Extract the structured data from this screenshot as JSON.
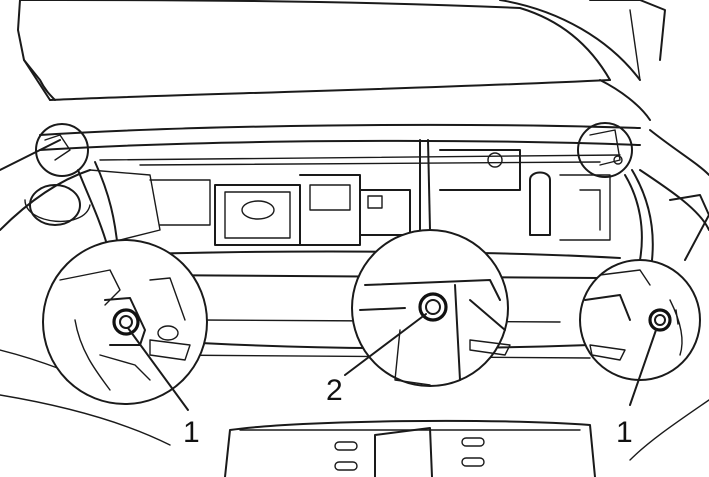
{
  "diagram": {
    "callouts": [
      {
        "id": "left",
        "label": "1"
      },
      {
        "id": "center",
        "label": "2"
      },
      {
        "id": "right",
        "label": "1"
      }
    ]
  }
}
